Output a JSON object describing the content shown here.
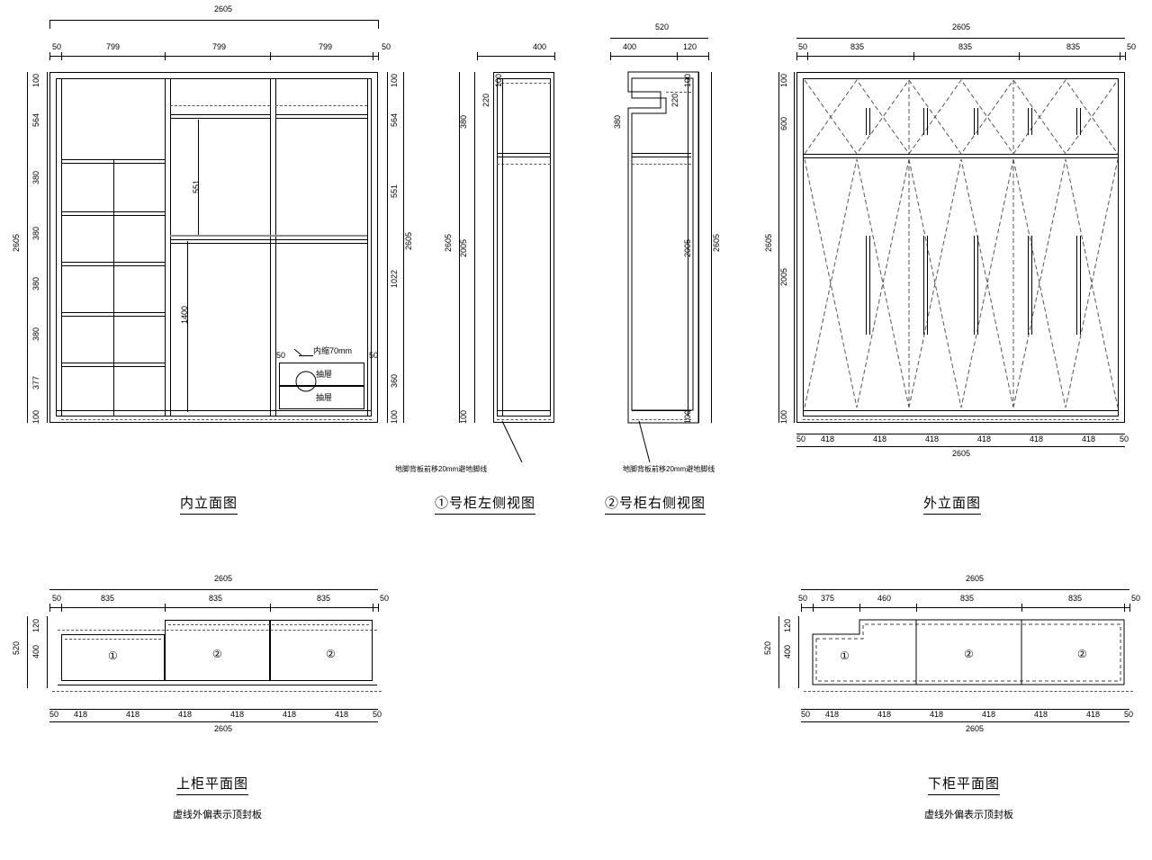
{
  "drawing": {
    "units": "mm",
    "views": [
      {
        "id": "inner-elevation",
        "title": "内立面图",
        "overall_width": "2605",
        "overall_height": "2605",
        "top_dims": [
          "50",
          "799",
          "799",
          "799",
          "50"
        ],
        "left_dims": [
          "100",
          "564",
          "380",
          "380",
          "380",
          "380",
          "377",
          "100"
        ],
        "right_dims": [
          "100",
          "564",
          "551",
          "1022",
          "360",
          "100"
        ],
        "right_total": "2605",
        "inner_dims": [
          "551",
          "1400"
        ],
        "drawer_note": "内缩70mm",
        "drawer_labels": [
          "抽屉",
          "抽屉"
        ],
        "drawer_side_dims": [
          "50",
          "50"
        ]
      },
      {
        "id": "cabinet1-left-side",
        "title": "①号柜左侧视图",
        "top_dims": [
          "400"
        ],
        "left_dims": [
          "380",
          "2005",
          "100"
        ],
        "right_dims": [
          "220",
          "100"
        ],
        "height_label": "2605",
        "footnote": "地脚背板前移20mm避地脚线"
      },
      {
        "id": "cabinet2-right-side",
        "title": "②号柜右侧视图",
        "top_total": "520",
        "top_dims": [
          "400",
          "120"
        ],
        "left_dims": [
          "380",
          "2005",
          "100"
        ],
        "right_dims": [
          "220",
          "100"
        ],
        "height_label": "2605",
        "footnote": "地脚背板前移20mm避地脚线"
      },
      {
        "id": "outer-elevation",
        "title": "外立面图",
        "overall_width_top": "2605",
        "top_dims": [
          "50",
          "835",
          "835",
          "835",
          "50"
        ],
        "left_dims": [
          "100",
          "600",
          "2005",
          "100"
        ],
        "left_total": "2605",
        "bottom_dims": [
          "50",
          "418",
          "418",
          "418",
          "418",
          "418",
          "418",
          "50"
        ],
        "bottom_total": "2605"
      },
      {
        "id": "upper-cabinet-plan",
        "title": "上柜平面图",
        "subtitle": "虚线外偏表示顶封板",
        "top_total": "2605",
        "top_dims": [
          "50",
          "835",
          "835",
          "835",
          "50"
        ],
        "left_dims": [
          "120",
          "400"
        ],
        "left_total": "520",
        "cabinet_labels": [
          "①",
          "②",
          "②"
        ],
        "bottom_dims": [
          "50",
          "418",
          "418",
          "418",
          "418",
          "418",
          "418",
          "50"
        ],
        "bottom_total": "2605"
      },
      {
        "id": "lower-cabinet-plan",
        "title": "下柜平面图",
        "subtitle": "虚线外偏表示顶封板",
        "top_total": "2605",
        "top_dims": [
          "50",
          "375",
          "460",
          "835",
          "835",
          "50"
        ],
        "left_dims": [
          "120",
          "400"
        ],
        "left_total": "520",
        "cabinet_labels": [
          "①",
          "②",
          "②"
        ],
        "bottom_dims": [
          "50",
          "418",
          "418",
          "418",
          "418",
          "418",
          "418",
          "50"
        ],
        "bottom_total": "2605"
      }
    ]
  }
}
